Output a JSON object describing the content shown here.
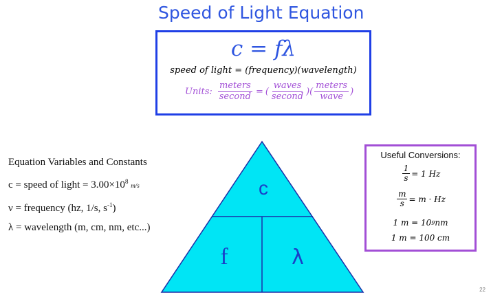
{
  "title": "Speed of Light Equation",
  "equation": {
    "main": "c = fλ",
    "words": "speed of light = (frequency)(wavelength)",
    "units_label": "Units:",
    "u1_num": "meters",
    "u1_den": "second",
    "eq": "=",
    "u2_num": "waves",
    "u2_den": "second",
    "u3_num": "meters",
    "u3_den": "wave"
  },
  "variables": {
    "heading": "Equation Variables and Constants",
    "c_line": "c = speed of light = 3.00×10",
    "c_exp": "8",
    "c_unit": "m/s",
    "nu_line": "ν =  frequency (hz, 1/s, s",
    "nu_exp": "-1",
    "nu_close": ")",
    "lambda_line": "λ =  wavelength (m, cm, nm, etc...)"
  },
  "triangle": {
    "top": "c",
    "left": "f",
    "right": "λ",
    "fill": "#00e5f5",
    "stroke": "#1a2fa8",
    "text_color": "#1a3fc8"
  },
  "conversions": {
    "title": "Useful Conversions:",
    "r1_num": "1",
    "r1_den": "s",
    "r1_rest": "= 1 Hz",
    "r2_num": "m",
    "r2_den": "s",
    "r2_rest": "= m · Hz",
    "r3_left": "1 m =  10",
    "r3_exp": "9",
    "r3_right": " nm",
    "r4": "1 m = 100 cm"
  },
  "page_number": "22"
}
